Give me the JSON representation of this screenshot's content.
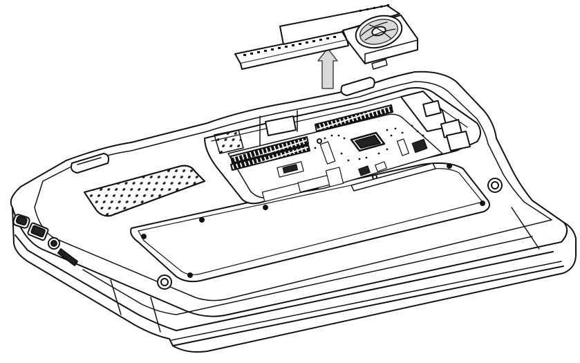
{
  "figure": {
    "kind": "exploded-assembly-illustration",
    "style": "black line art on white",
    "colors": {
      "background": "#ffffff",
      "line": "#111111",
      "shade": "#d9d9d9",
      "dark": "#222222"
    },
    "parts": [
      {
        "id": "cooling-fan-module",
        "icon": "fan-icon",
        "state": "lifted"
      },
      {
        "id": "laptop-base",
        "icon": "device-icon",
        "state": "upside-down"
      },
      {
        "id": "mainboard",
        "icon": "circuit-board-icon",
        "state": "exposed"
      }
    ],
    "arrow": {
      "icon": "arrow-up-icon",
      "direction": "up"
    }
  }
}
